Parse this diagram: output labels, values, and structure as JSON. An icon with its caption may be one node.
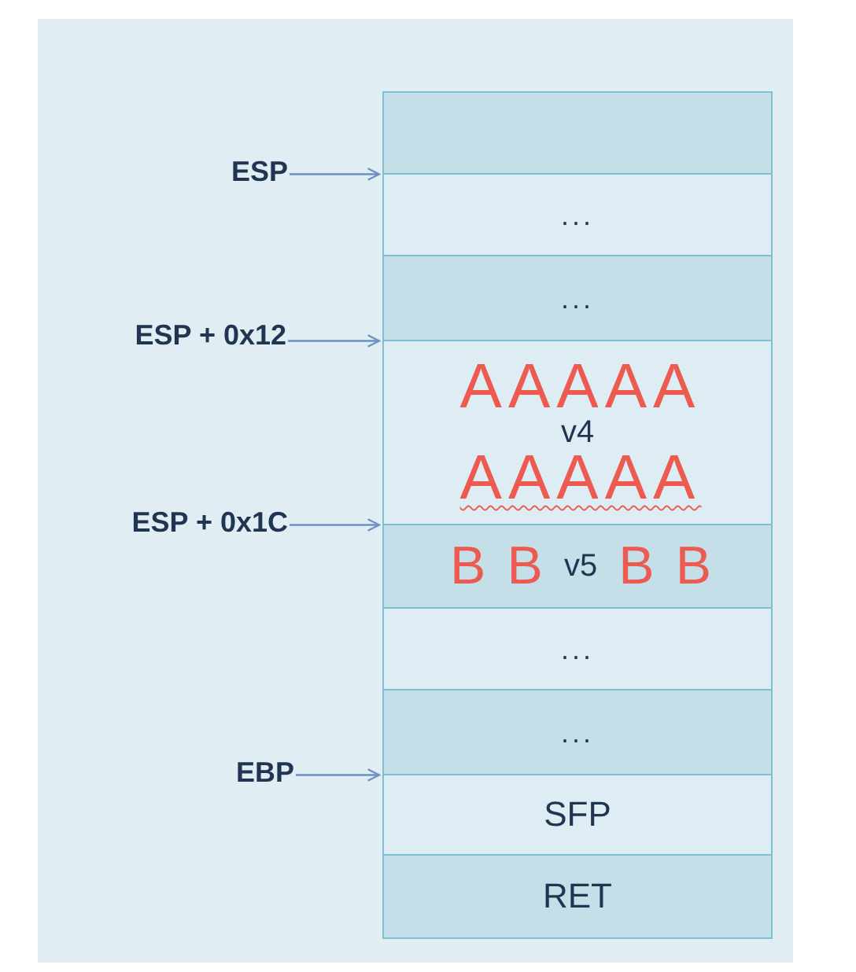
{
  "diagram": {
    "nodes": [
      {
        "text": [],
        "shape": "box"
      },
      {
        "text": [
          "..."
        ]
      },
      {
        "text": [
          "..."
        ]
      },
      {
        "text": [
          "AAAAA",
          "v4",
          "AAAAA"
        ]
      },
      {
        "text": [
          "B",
          "B",
          "v5",
          "B",
          "B"
        ]
      },
      {
        "text": [
          "..."
        ]
      },
      {
        "text": [
          "..."
        ]
      },
      {
        "text": [
          "SFP"
        ]
      },
      {
        "text": [
          "RET"
        ]
      },
      {
        "text": [
          "ESP"
        ]
      },
      {
        "text": [
          "ESP + 0x12"
        ]
      },
      {
        "text": [
          "ESP + 0x1C"
        ]
      },
      {
        "text": [
          "EBP"
        ]
      }
    ],
    "edges": [
      {
        "from": 9,
        "to": 1,
        "arrow": "to"
      },
      {
        "from": 10,
        "to": 3,
        "arrow": "to"
      },
      {
        "from": 11,
        "to": 4,
        "arrow": "to"
      },
      {
        "from": 12,
        "to": 7,
        "arrow": "to"
      }
    ]
  }
}
